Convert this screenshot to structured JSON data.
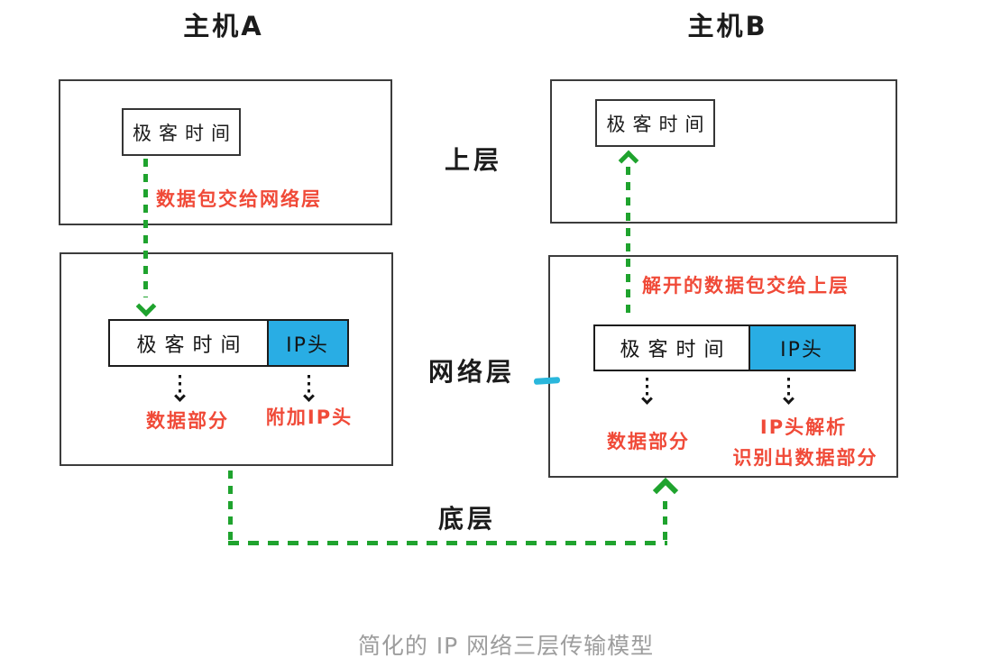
{
  "diagram": {
    "caption": "简化的 IP 网络三层传输模型",
    "layer_labels": {
      "upper": "上层",
      "network": "网络层",
      "bottom": "底层"
    },
    "host_a": {
      "title": "主机A",
      "app_box": "极客时间",
      "arrow_note": "数据包交给网络层",
      "packet_payload": "极客时间",
      "packet_header": "IP头",
      "note_data": "数据部分",
      "note_header": "附加IP头"
    },
    "host_b": {
      "title": "主机B",
      "app_box": "极客时间",
      "arrow_note": "解开的数据包交给上层",
      "packet_payload": "极客时间",
      "packet_header": "IP头",
      "note_data": "数据部分",
      "note_header_line1": "IP头解析",
      "note_header_line2": "识别出数据部分"
    },
    "colors": {
      "arrow_green": "#1fa32e",
      "note_red": "#f04a38",
      "ip_header_blue": "#29ade4",
      "caption_gray": "#9d9d9d",
      "tick_cyan": "#2ab7dc"
    }
  }
}
